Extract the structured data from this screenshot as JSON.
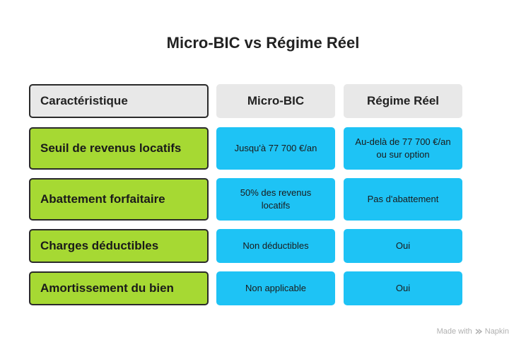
{
  "title": "Micro-BIC vs Régime Réel",
  "header": {
    "label": "Caractéristique",
    "col1": "Micro-BIC",
    "col2": "Régime Réel"
  },
  "rows": [
    {
      "label": "Seuil de revenus locatifs",
      "micro": "Jusqu'à 77 700 €/an",
      "reel": "Au-delà de 77 700 €/an ou sur option"
    },
    {
      "label": "Abattement forfaitaire",
      "micro": "50% des revenus locatifs",
      "reel": "Pas d'abattement"
    },
    {
      "label": "Charges déductibles",
      "micro": "Non déductibles",
      "reel": "Oui"
    },
    {
      "label": "Amortissement du bien",
      "micro": "Non applicable",
      "reel": "Oui"
    }
  ],
  "footer": {
    "made_with": "Made with",
    "brand": "Napkin",
    "icon": "napkin-logo-icon"
  },
  "colors": {
    "label_green": "#a6d933",
    "value_blue": "#1ec3f5",
    "header_gray": "#e8e8e8",
    "border_dark": "#2a2a2a"
  }
}
